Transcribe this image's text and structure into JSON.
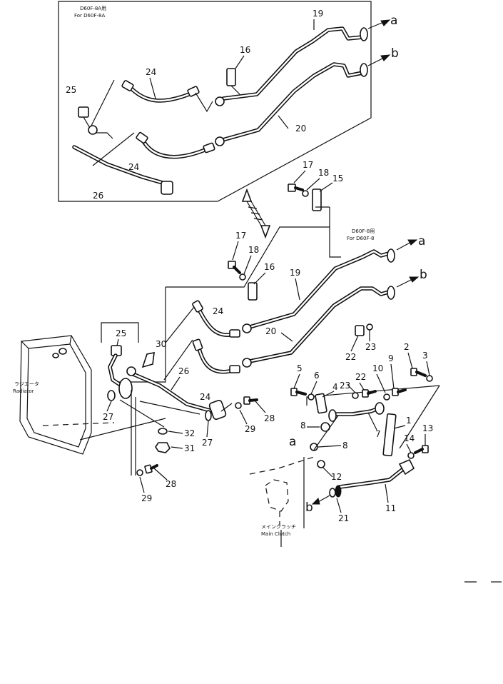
{
  "notes": {
    "top_box_code": "D60F-8A用",
    "top_box_for": "For D60F-8A",
    "mid_box_code": "D60F-8用",
    "mid_box_for": "For D60F-8",
    "radiator_jp": "ラジエータ",
    "radiator_en": "Radiator",
    "clutch_jp": "メインクラッチ",
    "clutch_en": "Main Clutch"
  },
  "arrows": {
    "a": "a",
    "b": "b"
  },
  "parts": {
    "p1": "1",
    "p2": "2",
    "p3": "3",
    "p4": "4",
    "p5": "5",
    "p6": "6",
    "p7": "7",
    "p8": "8",
    "p9": "9",
    "p10": "10",
    "p11": "11",
    "p12": "12",
    "p13": "13",
    "p14": "14",
    "p15": "15",
    "p16": "16",
    "p17": "17",
    "p18": "18",
    "p19": "19",
    "p20": "20",
    "p21": "21",
    "p22": "22",
    "p23": "23",
    "p24": "24",
    "p25": "25",
    "p26": "26",
    "p27": "27",
    "p28": "28",
    "p29": "29",
    "p30": "30",
    "p31": "31",
    "p32": "32"
  }
}
